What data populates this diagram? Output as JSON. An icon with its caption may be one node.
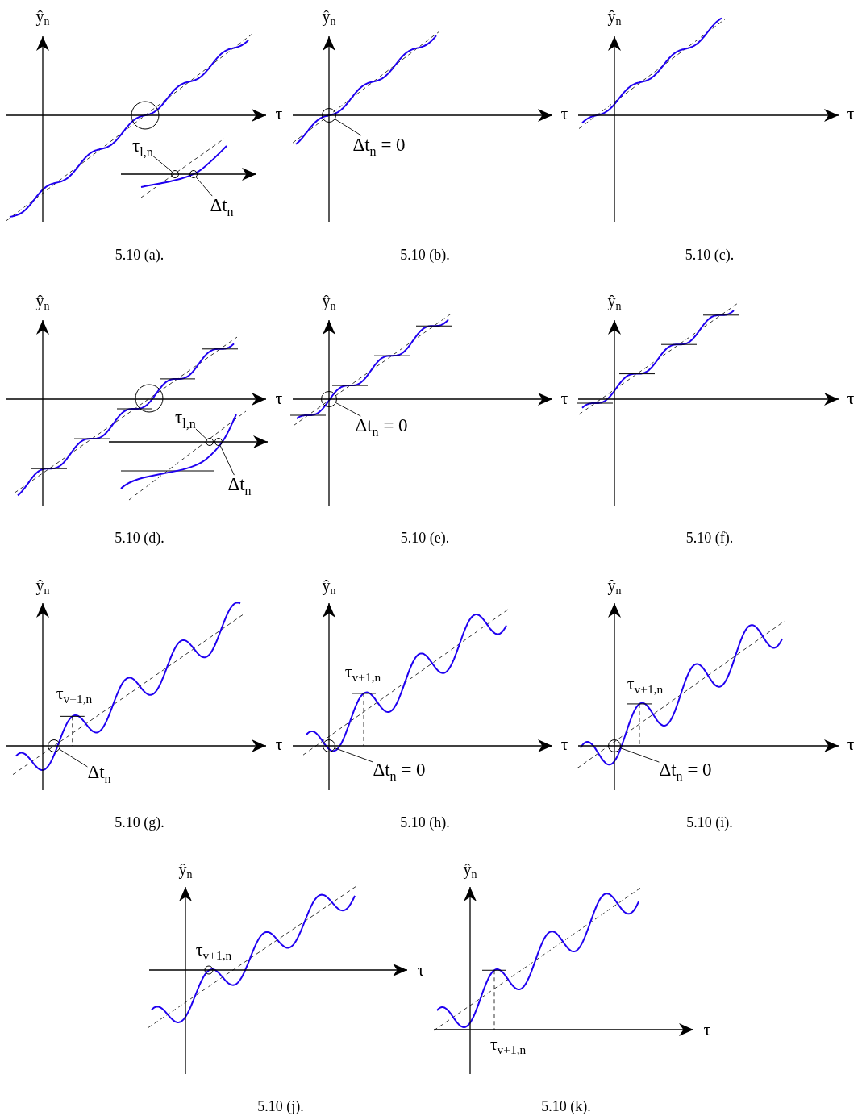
{
  "diagram": {
    "nodes": [
      {
        "text": [
          "τ$_{l,n}$"
        ]
      },
      {
        "text": [],
        "shape": "circle"
      },
      {
        "text": [
          "Δt$_{n}$"
        ]
      },
      {
        "text": [],
        "shape": "circle"
      },
      {
        "text": [
          "Δt$_{n}$ = 0"
        ]
      },
      {
        "text": [],
        "shape": "circle"
      },
      {
        "text": [
          "τ$_{l,n}$"
        ]
      },
      {
        "text": [],
        "shape": "circle"
      },
      {
        "text": [
          "Δt$_{n}$"
        ]
      },
      {
        "text": [],
        "shape": "circle"
      },
      {
        "text": [
          "Δt$_{n}$ = 0"
        ]
      },
      {
        "text": [],
        "shape": "circle"
      },
      {
        "text": [
          "Δt$_{n}$"
        ]
      },
      {
        "text": [],
        "shape": "circle"
      },
      {
        "text": [
          "Δt$_{n}$ = 0"
        ]
      },
      {
        "text": [],
        "shape": "circle"
      },
      {
        "text": [
          "Δt$_{n}$ = 0"
        ]
      },
      {
        "text": [],
        "shape": "circle"
      }
    ],
    "edges": [
      {
        "from": 0,
        "to": 1,
        "arrow": "none"
      },
      {
        "from": 2,
        "to": 3,
        "arrow": "none"
      },
      {
        "from": 4,
        "to": 5,
        "arrow": "none"
      },
      {
        "from": 6,
        "to": 7,
        "arrow": "none"
      },
      {
        "from": 8,
        "to": 9,
        "arrow": "none"
      },
      {
        "from": 10,
        "to": 11,
        "arrow": "none"
      },
      {
        "from": 12,
        "to": 13,
        "arrow": "none"
      },
      {
        "from": 14,
        "to": 15,
        "arrow": "none"
      },
      {
        "from": 16,
        "to": 17,
        "arrow": "none"
      }
    ],
    "labels": [
      "ŷ$_{n}$",
      "ŷ$_{n}$",
      "ŷ$_{n}$",
      "τ",
      "τ",
      "τ",
      "5.10 (a).",
      "5.10 (b).",
      "5.10 (c).",
      "ŷ$_{n}$",
      "ŷ$_{n}$",
      "ŷ$_{n}$",
      "τ",
      "τ",
      "τ",
      "5.10 (d).",
      "5.10 (e).",
      "5.10 (f).",
      "ŷ$_{n}$",
      "ŷ$_{n}$",
      "ŷ$_{n}$",
      "τ$_{v+1,n}$",
      "τ$_{v+1,n}$",
      "τ$_{v+1,n}$",
      "τ",
      "τ",
      "τ",
      "5.10 (g).",
      "5.10 (h).",
      "5.10 (i).",
      "ŷ$_{n}$",
      "ŷ$_{n}$",
      "τ$_{v+1,n}$",
      "τ",
      "τ",
      "τ$_{v+1,n}$",
      "5.10 (j).",
      "5.10 (k)."
    ]
  }
}
